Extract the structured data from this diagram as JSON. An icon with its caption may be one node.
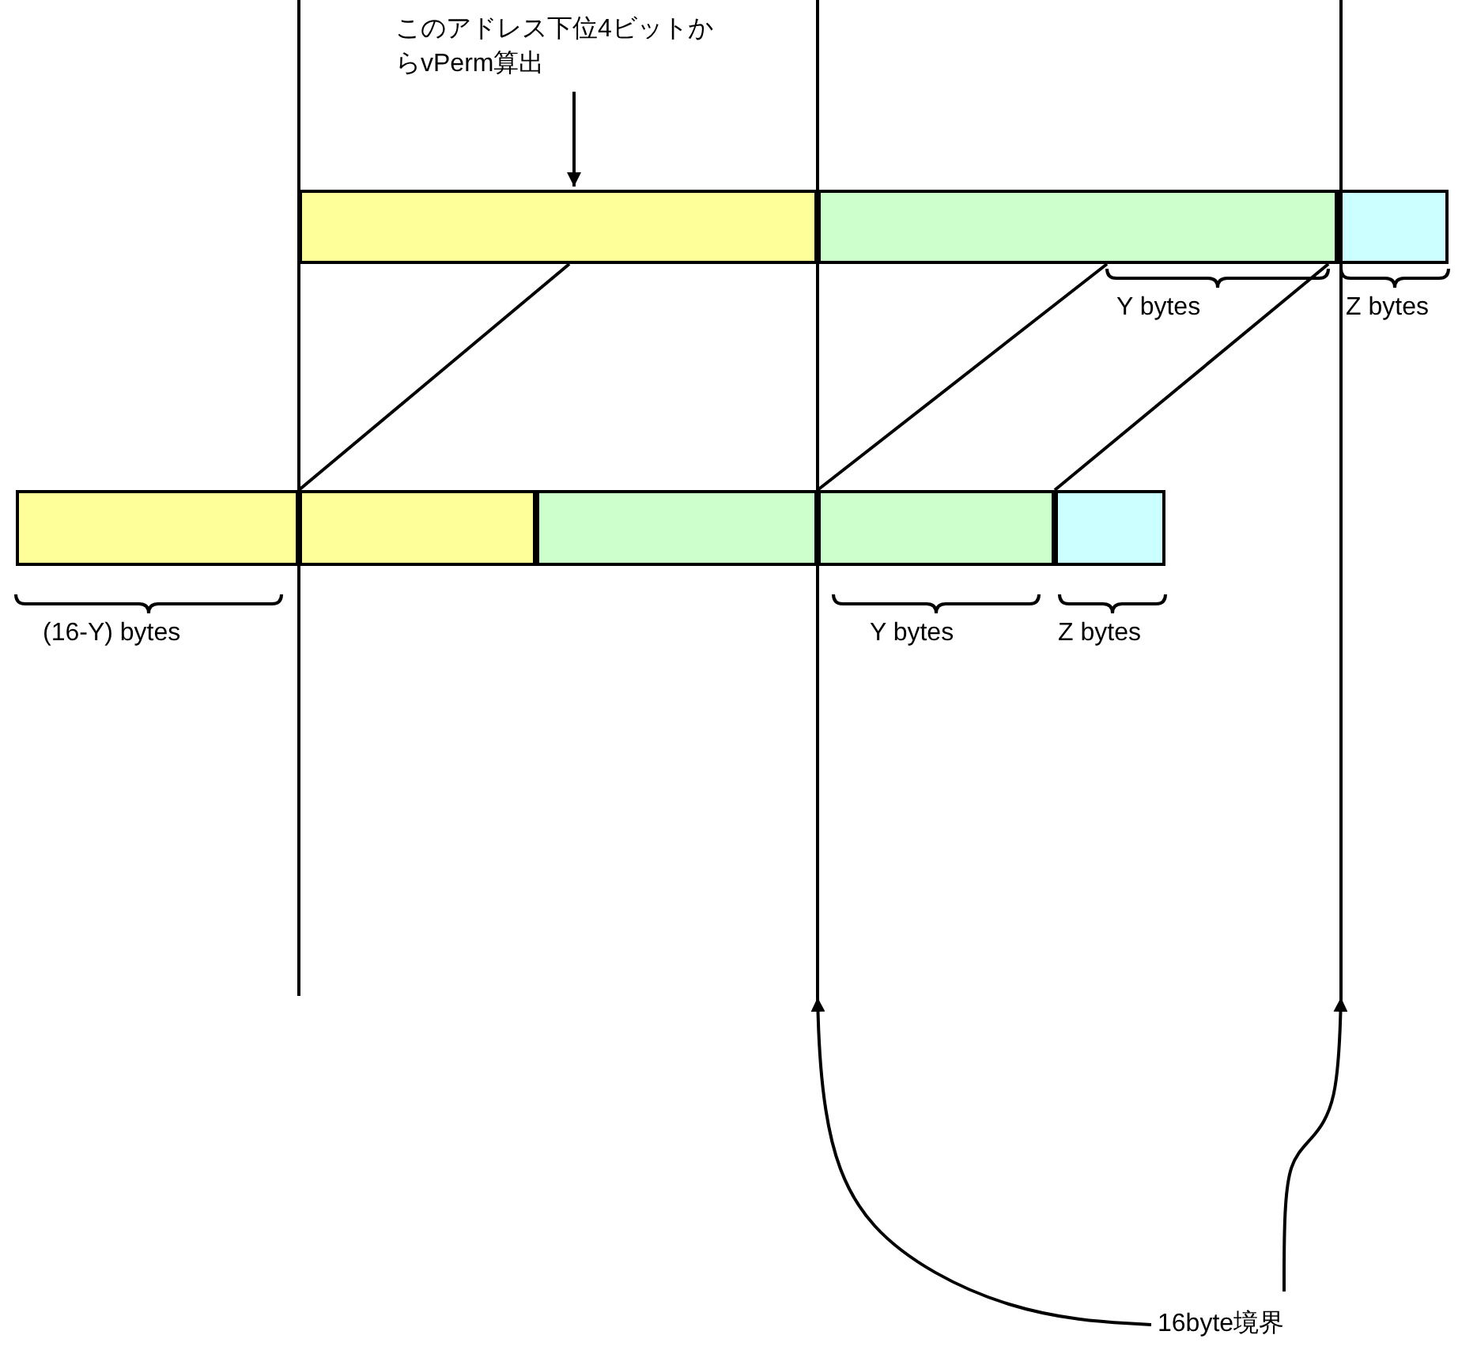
{
  "diagram": {
    "nodes": [
      {
        "text": [
          "このアドレス下位4ビットからvPerm算出"
        ]
      },
      {
        "text": [],
        "shape": "bar"
      },
      {
        "text": [],
        "shape": "bar"
      },
      {
        "text": [],
        "shape": "bar"
      },
      {
        "text": [],
        "shape": "bar"
      },
      {
        "text": [],
        "shape": "bar"
      },
      {
        "text": [],
        "shape": "bar"
      },
      {
        "text": [],
        "shape": "bar"
      },
      {
        "text": [],
        "shape": "bar"
      },
      {
        "text": [],
        "shape": "line"
      },
      {
        "text": [],
        "shape": "line"
      },
      {
        "text": [],
        "shape": "line"
      },
      {
        "text": [
          "16byte境界"
        ]
      }
    ],
    "edges": [
      {
        "from": 0,
        "to": 1,
        "arrow": "to"
      },
      {
        "from": 1,
        "to": 5,
        "arrow": "none"
      },
      {
        "from": 2,
        "to": 7,
        "arrow": "none"
      },
      {
        "from": 2,
        "to": 8,
        "arrow": "none"
      },
      {
        "from": 12,
        "to": 10,
        "arrow": "to"
      },
      {
        "from": 12,
        "to": 11,
        "arrow": "to"
      }
    ],
    "labels": [
      "Y bytes",
      "Z bytes",
      "(16-Y) bytes",
      "Y bytes",
      "Z bytes"
    ]
  }
}
